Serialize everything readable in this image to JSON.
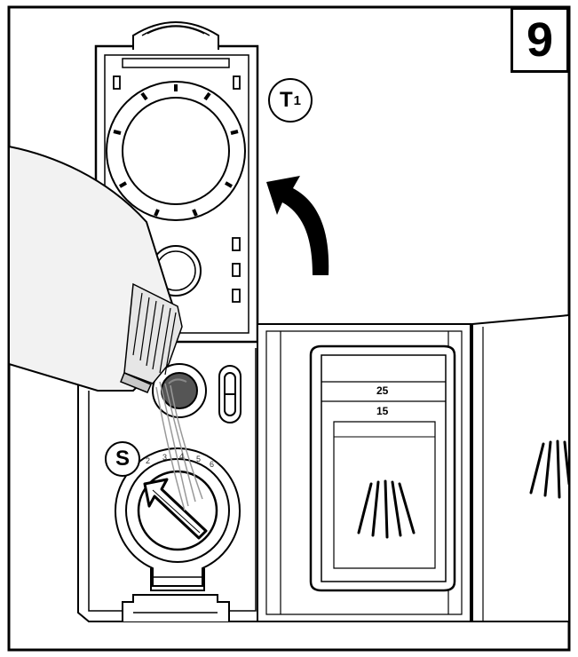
{
  "step": {
    "number": "9"
  },
  "callouts": {
    "t1_main": "T",
    "t1_sub": "1",
    "s": "S"
  },
  "dosage_scale": {
    "upper": "25",
    "lower": "15"
  },
  "dial_scale": [
    "2",
    "3",
    "4",
    "5",
    "6"
  ],
  "icons": {
    "arrow": "curved-arrow-icon",
    "bottle": "rinse-aid-bottle-icon",
    "dial": "dosage-dial-icon",
    "spray": "spray-lines-icon"
  }
}
